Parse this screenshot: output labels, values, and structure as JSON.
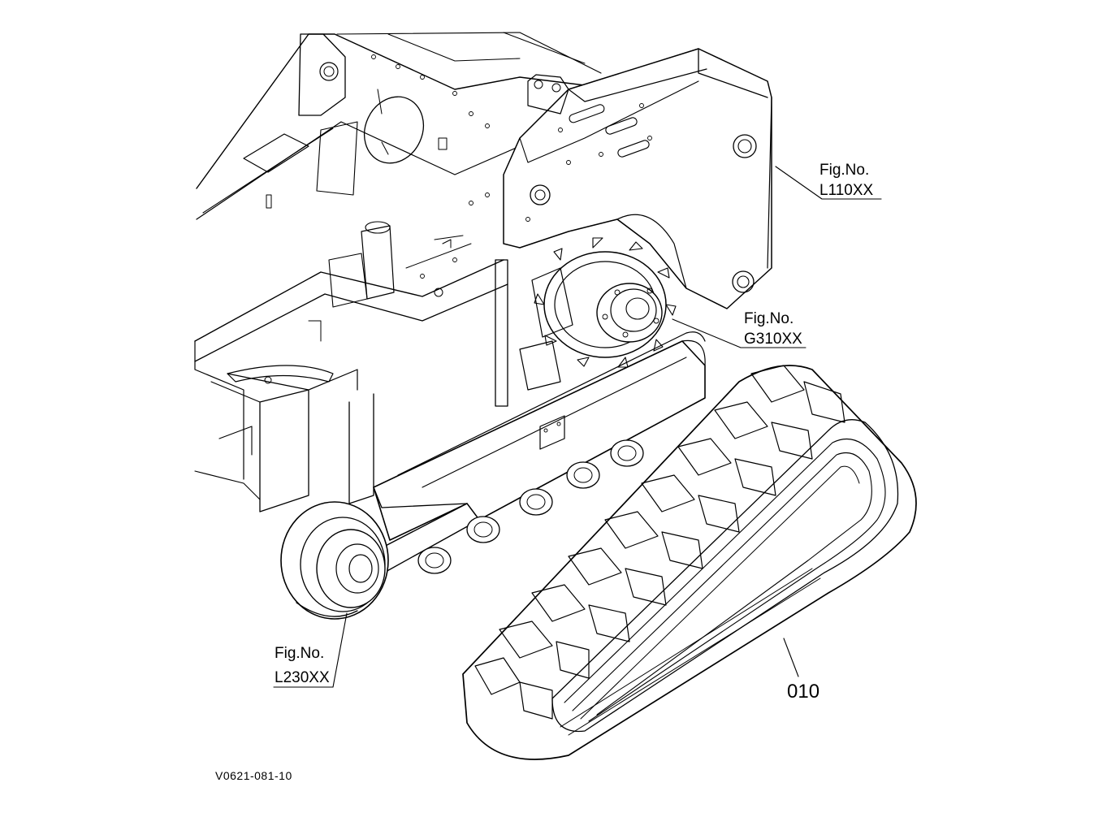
{
  "drawing_code": "V0621-081-10",
  "callouts": {
    "frame_ref": {
      "prefix": "Fig.No.",
      "number": "L110XX"
    },
    "drive_ref": {
      "prefix": "Fig.No.",
      "number": "G310XX"
    },
    "idler_ref": {
      "prefix": "Fig.No.",
      "number": "L230XX"
    },
    "track_part": {
      "number": "010"
    }
  }
}
